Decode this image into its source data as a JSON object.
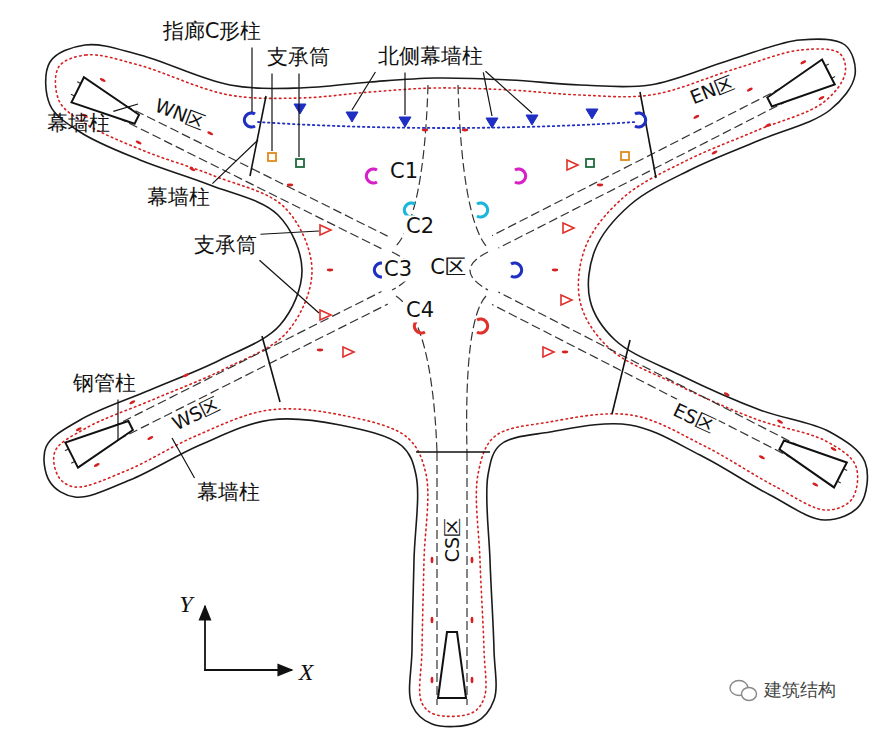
{
  "diagram": {
    "labels": [
      "指廊C形柱",
      "支承筒",
      "北侧幕墙柱",
      "幕墙柱",
      "WN区",
      "EN区",
      "幕墙柱",
      "C1",
      "C2",
      "支承筒",
      "C3",
      "C区",
      "C4",
      "钢管柱",
      "WS区",
      "ES区",
      "幕墙柱",
      "CS区",
      "Y",
      "X",
      "建筑结构"
    ]
  }
}
